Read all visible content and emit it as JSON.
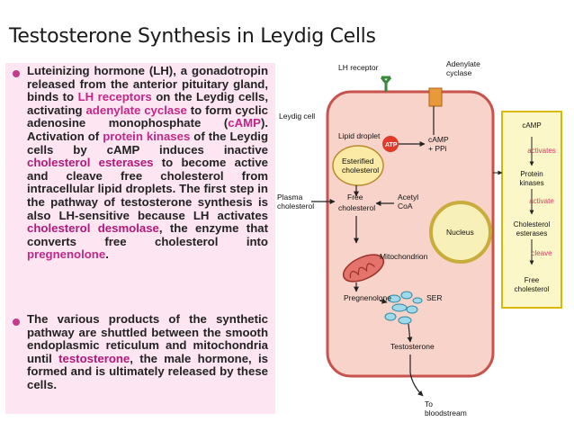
{
  "title": "Testosterone Synthesis in Leydig Cells",
  "paragraph1": {
    "t1": "Luteinizing hormone (LH), a gonadotropin released from the anterior pituitary gland, binds to ",
    "lh_receptors": "LH receptors",
    "t2": " on the Leydig cells, activating ",
    "adenylate_cyclase": "adenylate cyclase",
    "t3": " to form cyclic adenosine monophosphate (",
    "camp": "cAMP",
    "t4": "). Activation of ",
    "protein_kinases": "protein kinases",
    "t5": " of the Leydig cells by cAMP induces inactive ",
    "cholesterol_esterases": "cholesterol esterases",
    "t6": " to become active and cleave free cholesterol from intracellular lipid droplets. The first step in the pathway of testosterone synthesis is also LH-sensitive because LH activates ",
    "cholesterol_desmolase": "cholesterol desmolase",
    "t7": ", the enzyme that converts free cholesterol into ",
    "pregnenolone": "pregnenolone",
    "t8": "."
  },
  "paragraph2": {
    "t1": "The various products of the synthetic pathway are shuttled between the smooth endoplasmic reticulum and mitochondria until ",
    "testosterone": "testosterone",
    "t2": ", the male hormone, is formed and is ultimately released by these cells."
  },
  "diagram": {
    "lh_receptor": "LH receptor",
    "adenylate_cyclase": [
      "Adenylate",
      "cyclase"
    ],
    "leydig_cell": "Leydig cell",
    "lipid_droplet": "Lipid droplet",
    "atp": "ATP",
    "camp_ppi": [
      "cAMP",
      "+ PPi"
    ],
    "esterified_cholesterol": [
      "Esterified",
      "cholesterol"
    ],
    "plasma_cholesterol": [
      "Plasma",
      "cholesterol"
    ],
    "free_cholesterol": [
      "Free",
      "cholesterol"
    ],
    "acetyl_coa": [
      "Acetyl",
      "CoA"
    ],
    "nucleus": "Nucleus",
    "mitochondrion": "Mitochondrion",
    "pregnenolone": "Pregnenolone",
    "ser": "SER",
    "testosterone": "Testosterone",
    "to_bloodstream": [
      "To",
      "bloodstream"
    ],
    "side_panel": {
      "camp": "cAMP",
      "activates1": "activates",
      "protein_kinases": [
        "Protein",
        "kinases"
      ],
      "activate2": "activate",
      "cholesterol_esterases": [
        "Cholesterol",
        "esterases"
      ],
      "cleave": "cleave",
      "free_cholesterol": [
        "Free",
        "cholesterol"
      ]
    }
  },
  "colors": {
    "accent_pink": "#c0288a",
    "panel_bg": "#fde6f1",
    "cell_fill": "#f7d3c9",
    "cell_border": "#c8524c",
    "side_panel_bg": "#fbf7c8",
    "side_panel_border": "#d8b800"
  }
}
